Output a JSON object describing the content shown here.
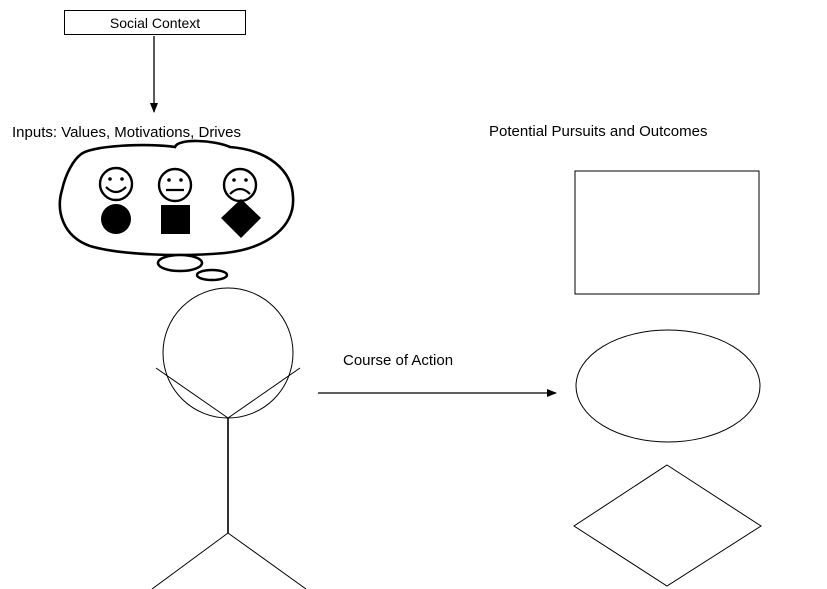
{
  "diagram": {
    "social_context": "Social Context",
    "inputs_label": "Inputs: Values, Motivations, Drives",
    "outcomes_label": "Potential Pursuits and Outcomes",
    "action_label": "Course of Action"
  },
  "colors": {
    "stroke": "#000000",
    "shape_outline": "#2a2a2a",
    "background": "#ffffff"
  },
  "thought_bubble": {
    "faces": [
      "smiling-face-icon",
      "neutral-face-icon",
      "frowning-face-icon"
    ],
    "shapes": [
      "filled-circle-icon",
      "filled-square-icon",
      "filled-diamond-icon"
    ]
  },
  "outcome_shapes": [
    "outcome-square",
    "outcome-circle",
    "outcome-diamond"
  ]
}
